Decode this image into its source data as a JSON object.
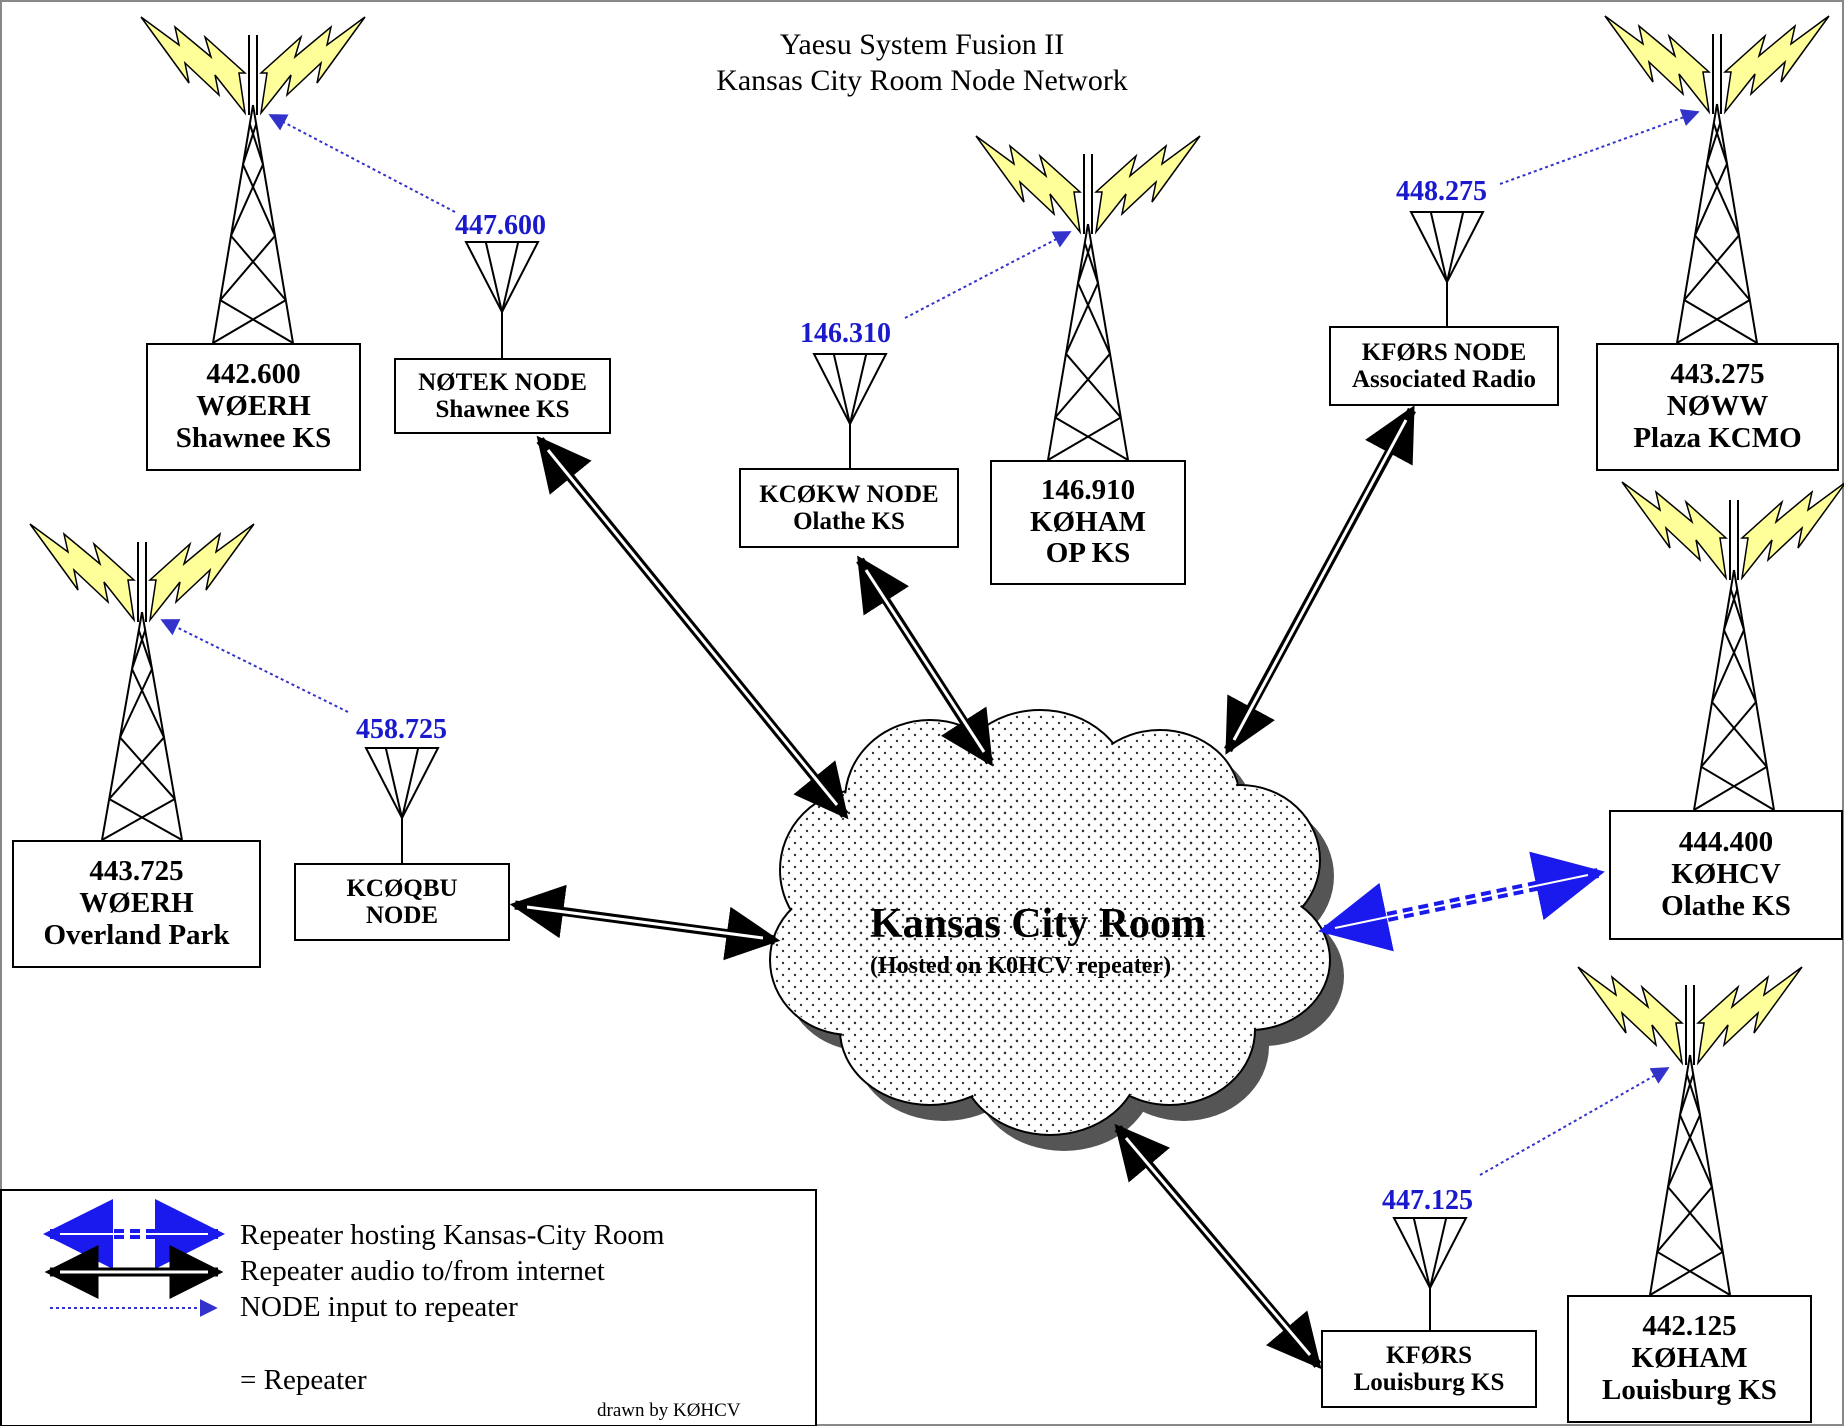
{
  "title": {
    "line1": "Yaesu System Fusion II",
    "line2": "Kansas City Room Node Network"
  },
  "hub": {
    "name": "Kansas City Room",
    "subtitle": "(Hosted on K0HCV repeater)"
  },
  "repeaters": [
    {
      "id": "w0erh-shawnee",
      "lines": [
        "442.600",
        "WØERH",
        "Shawnee KS"
      ]
    },
    {
      "id": "k0ham-op",
      "lines": [
        "146.910",
        "KØHAM",
        "OP KS"
      ]
    },
    {
      "id": "n0ww-plaza",
      "lines": [
        "443.275",
        "NØWW",
        "Plaza KCMO"
      ]
    },
    {
      "id": "w0erh-overland",
      "lines": [
        "443.725",
        "WØERH",
        "Overland Park"
      ]
    },
    {
      "id": "k0hcv-olathe",
      "lines": [
        "444.400",
        "KØHCV",
        "Olathe KS"
      ]
    },
    {
      "id": "k0ham-louisburg",
      "lines": [
        "442.125",
        "KØHAM",
        "Louisburg KS"
      ]
    }
  ],
  "nodes": [
    {
      "id": "n0tek",
      "lines": [
        "NØTEK NODE",
        "Shawnee KS"
      ],
      "freq": "447.600"
    },
    {
      "id": "kc0kw",
      "lines": [
        "KCØKW NODE",
        "Olathe KS"
      ],
      "freq": "146.310"
    },
    {
      "id": "kf0rs-assoc",
      "lines": [
        "KFØRS NODE",
        "Associated Radio"
      ],
      "freq": "448.275"
    },
    {
      "id": "kc0qbu",
      "lines": [
        "KCØQBU",
        "NODE"
      ],
      "freq": "458.725"
    },
    {
      "id": "kf0rs-louisburg",
      "lines": [
        "KFØRS",
        "Louisburg KS"
      ],
      "freq": "447.125"
    }
  ],
  "legend": {
    "items": [
      "Repeater hosting Kansas-City Room",
      "Repeater audio to/from internet",
      "NODE input to repeater",
      "= Repeater"
    ],
    "credit": "drawn by KØHCV"
  },
  "colors": {
    "lightning": "#ffff99",
    "freq_text": "#1a1acc",
    "host_link": "#1a1aee",
    "node_link": "#3333cc"
  }
}
